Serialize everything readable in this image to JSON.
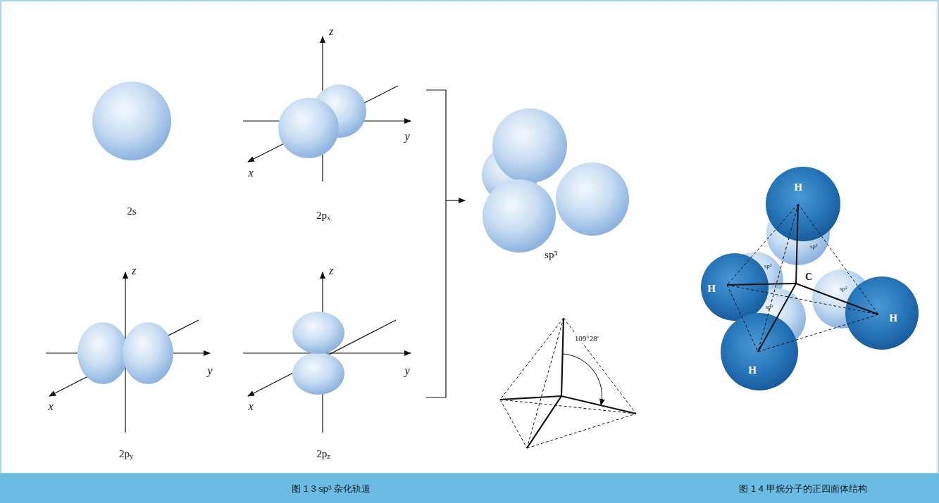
{
  "diagram": {
    "labels": [
      "2s",
      "z",
      "y",
      "x",
      "2px",
      "z",
      "y",
      "x",
      "2py",
      "z",
      "y",
      "x",
      "2pz",
      "sp³",
      "109°28′",
      "H",
      "H",
      "sp³",
      "C",
      "sp³",
      "sp³",
      "sp³",
      "H",
      "H",
      "图 1 3 sp³ 杂化轨道",
      "图 1 4 甲烷分子的正四面体结构"
    ]
  }
}
